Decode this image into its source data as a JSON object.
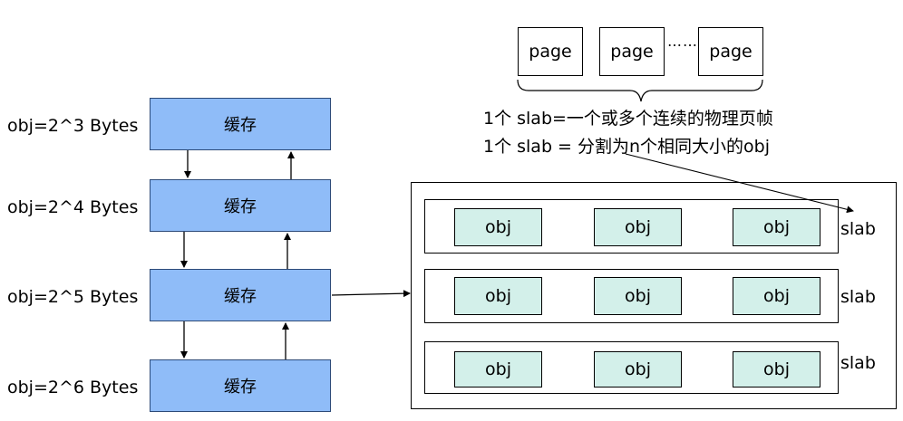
{
  "cache_levels": [
    {
      "label": "obj=2^3 Bytes",
      "box": "缓存"
    },
    {
      "label": "obj=2^4 Bytes",
      "box": "缓存"
    },
    {
      "label": "obj=2^5 Bytes",
      "box": "缓存"
    },
    {
      "label": "obj=2^6 Bytes",
      "box": "缓存"
    }
  ],
  "pages": [
    "page",
    "page",
    "page"
  ],
  "pages_ellipsis": "……",
  "descriptions": [
    "1个 slab=一个或多个连续的物理页帧",
    "1个 slab = 分割为n个相同大小的obj"
  ],
  "slabs": [
    {
      "label": "slab",
      "objs": [
        "obj",
        "obj",
        "obj"
      ]
    },
    {
      "label": "slab",
      "objs": [
        "obj",
        "obj",
        "obj"
      ]
    },
    {
      "label": "slab",
      "objs": [
        "obj",
        "obj",
        "obj"
      ]
    }
  ]
}
